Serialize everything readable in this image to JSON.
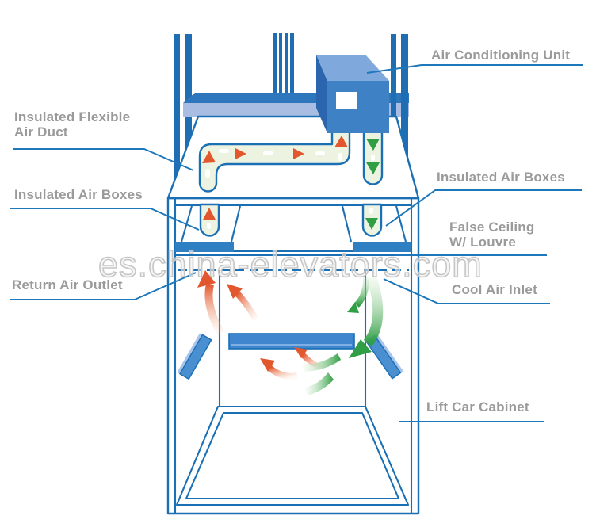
{
  "watermark": "es.china-elevators.com",
  "labels": {
    "air_conditioning_unit": "Air Conditioning Unit",
    "insulated_flexible_air_duct_line1": "Insulated Flexible",
    "insulated_flexible_air_duct_line2": "Air Duct",
    "insulated_air_boxes_left": "Insulated Air Boxes",
    "insulated_air_boxes_right": "Insulated Air Boxes",
    "false_ceiling_line1": "False Ceiling",
    "false_ceiling_line2": "W/ Louvre",
    "return_air_outlet": "Return Air Outlet",
    "cool_air_inlet": "Cool Air Inlet",
    "lift_car_cabinet": "Lift Car Cabinet"
  },
  "colors": {
    "line_blue": "#1a6fb5",
    "leader_blue": "#1d77bb",
    "post_blue": "#1f6eb4",
    "beam_face": "#a9bde2",
    "beam_top": "#2f77bd",
    "ac_front": "#3f81c5",
    "ac_top": "#7fa9dc",
    "ac_side": "#2a65ad",
    "band_blue": "#2f7fc3",
    "bar_blue": "#3f86cf",
    "slat_blue": "#4a8fd0",
    "slat_light": "#a9c4ea",
    "duct_fill": "#ecf4e1",
    "warm_arrow": "#e2572e",
    "cool_arrow": "#2f9e44",
    "label_gray": "#9a9a9a",
    "watermark_gray": "#c6c6c6"
  }
}
